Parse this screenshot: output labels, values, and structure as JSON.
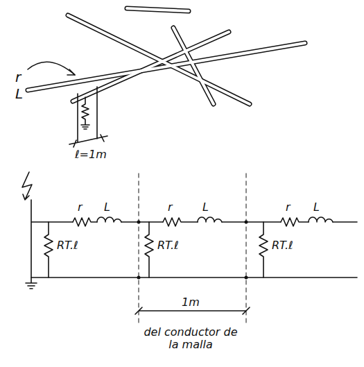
{
  "diagram": {
    "labels": [
      "r",
      "L",
      "ℓ=1m",
      "r",
      "L",
      "r",
      "L",
      "r",
      "L",
      "RT.ℓ",
      "RT.ℓ",
      "RT.ℓ",
      "1m",
      "del conductor de la malla"
    ]
  }
}
